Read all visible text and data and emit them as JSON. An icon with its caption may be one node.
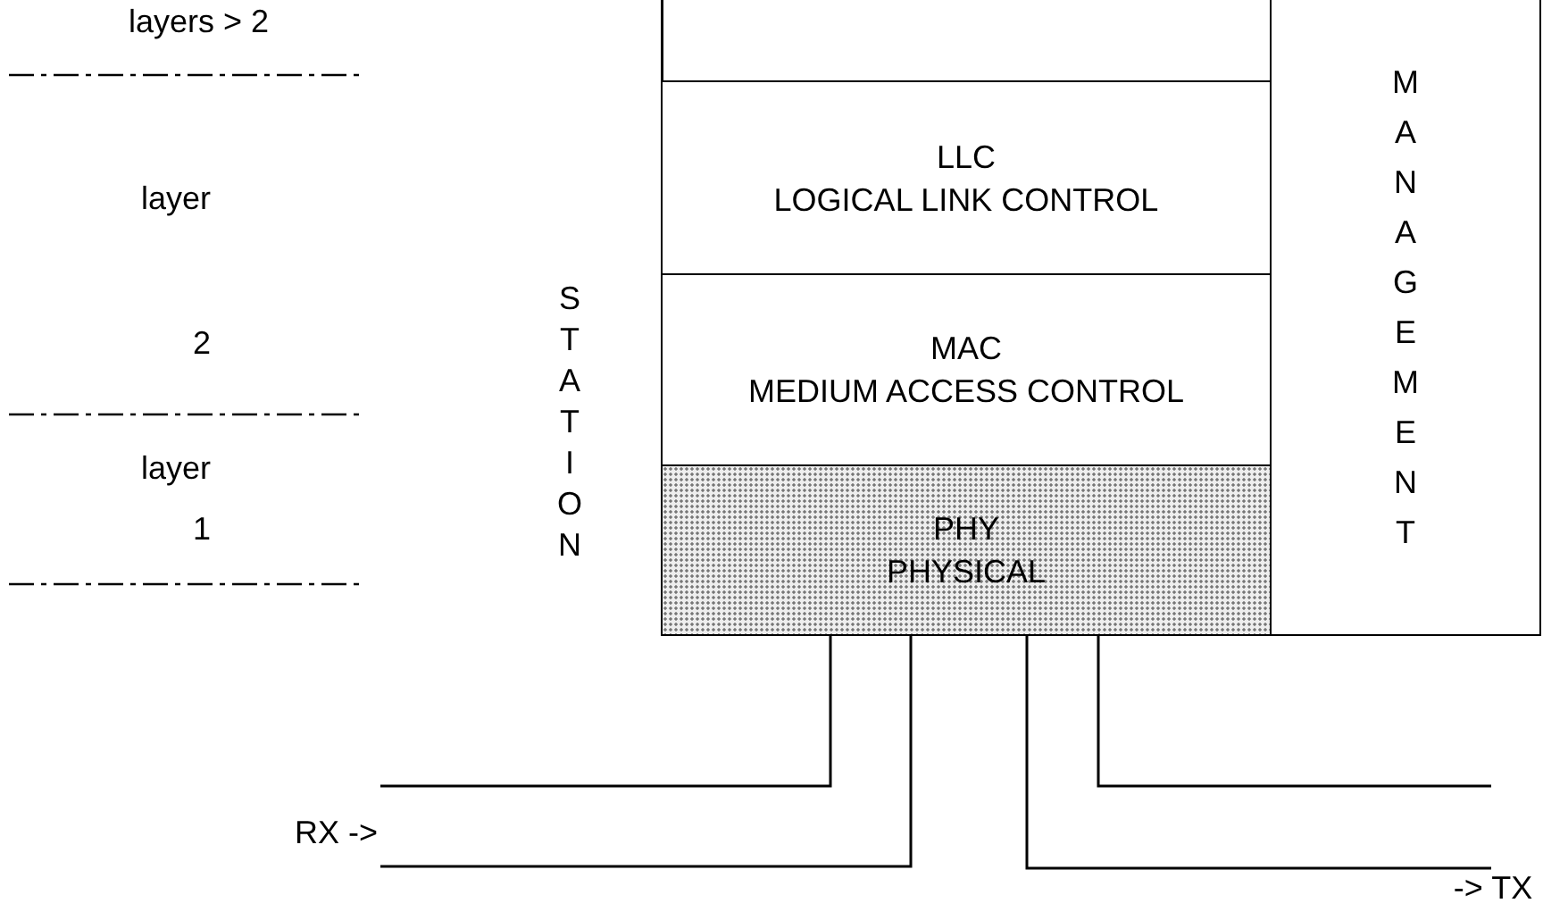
{
  "diagram": {
    "nodes": [
      {
        "text": [
          "LLC",
          "LOGICAL LINK CONTROL"
        ]
      },
      {
        "text": [
          "MAC",
          "MEDIUM ACCESS CONTROL"
        ]
      },
      {
        "text": [
          "PHY",
          "PHYSICAL"
        ]
      },
      {
        "text": [
          "MANAGEMENT"
        ]
      },
      {
        "text": [
          "-> TX"
        ]
      }
    ],
    "edges": [
      {
        "from": null,
        "to": 2,
        "arrow": "none"
      },
      {
        "from": null,
        "to": 2,
        "arrow": "none"
      },
      {
        "from": 2,
        "to": 4,
        "arrow": "none"
      },
      {
        "from": 2,
        "to": null,
        "arrow": "none"
      }
    ],
    "labels": [
      "layers > 2",
      "layer",
      "2",
      "layer",
      "1",
      "STATION",
      "RX ->"
    ]
  }
}
